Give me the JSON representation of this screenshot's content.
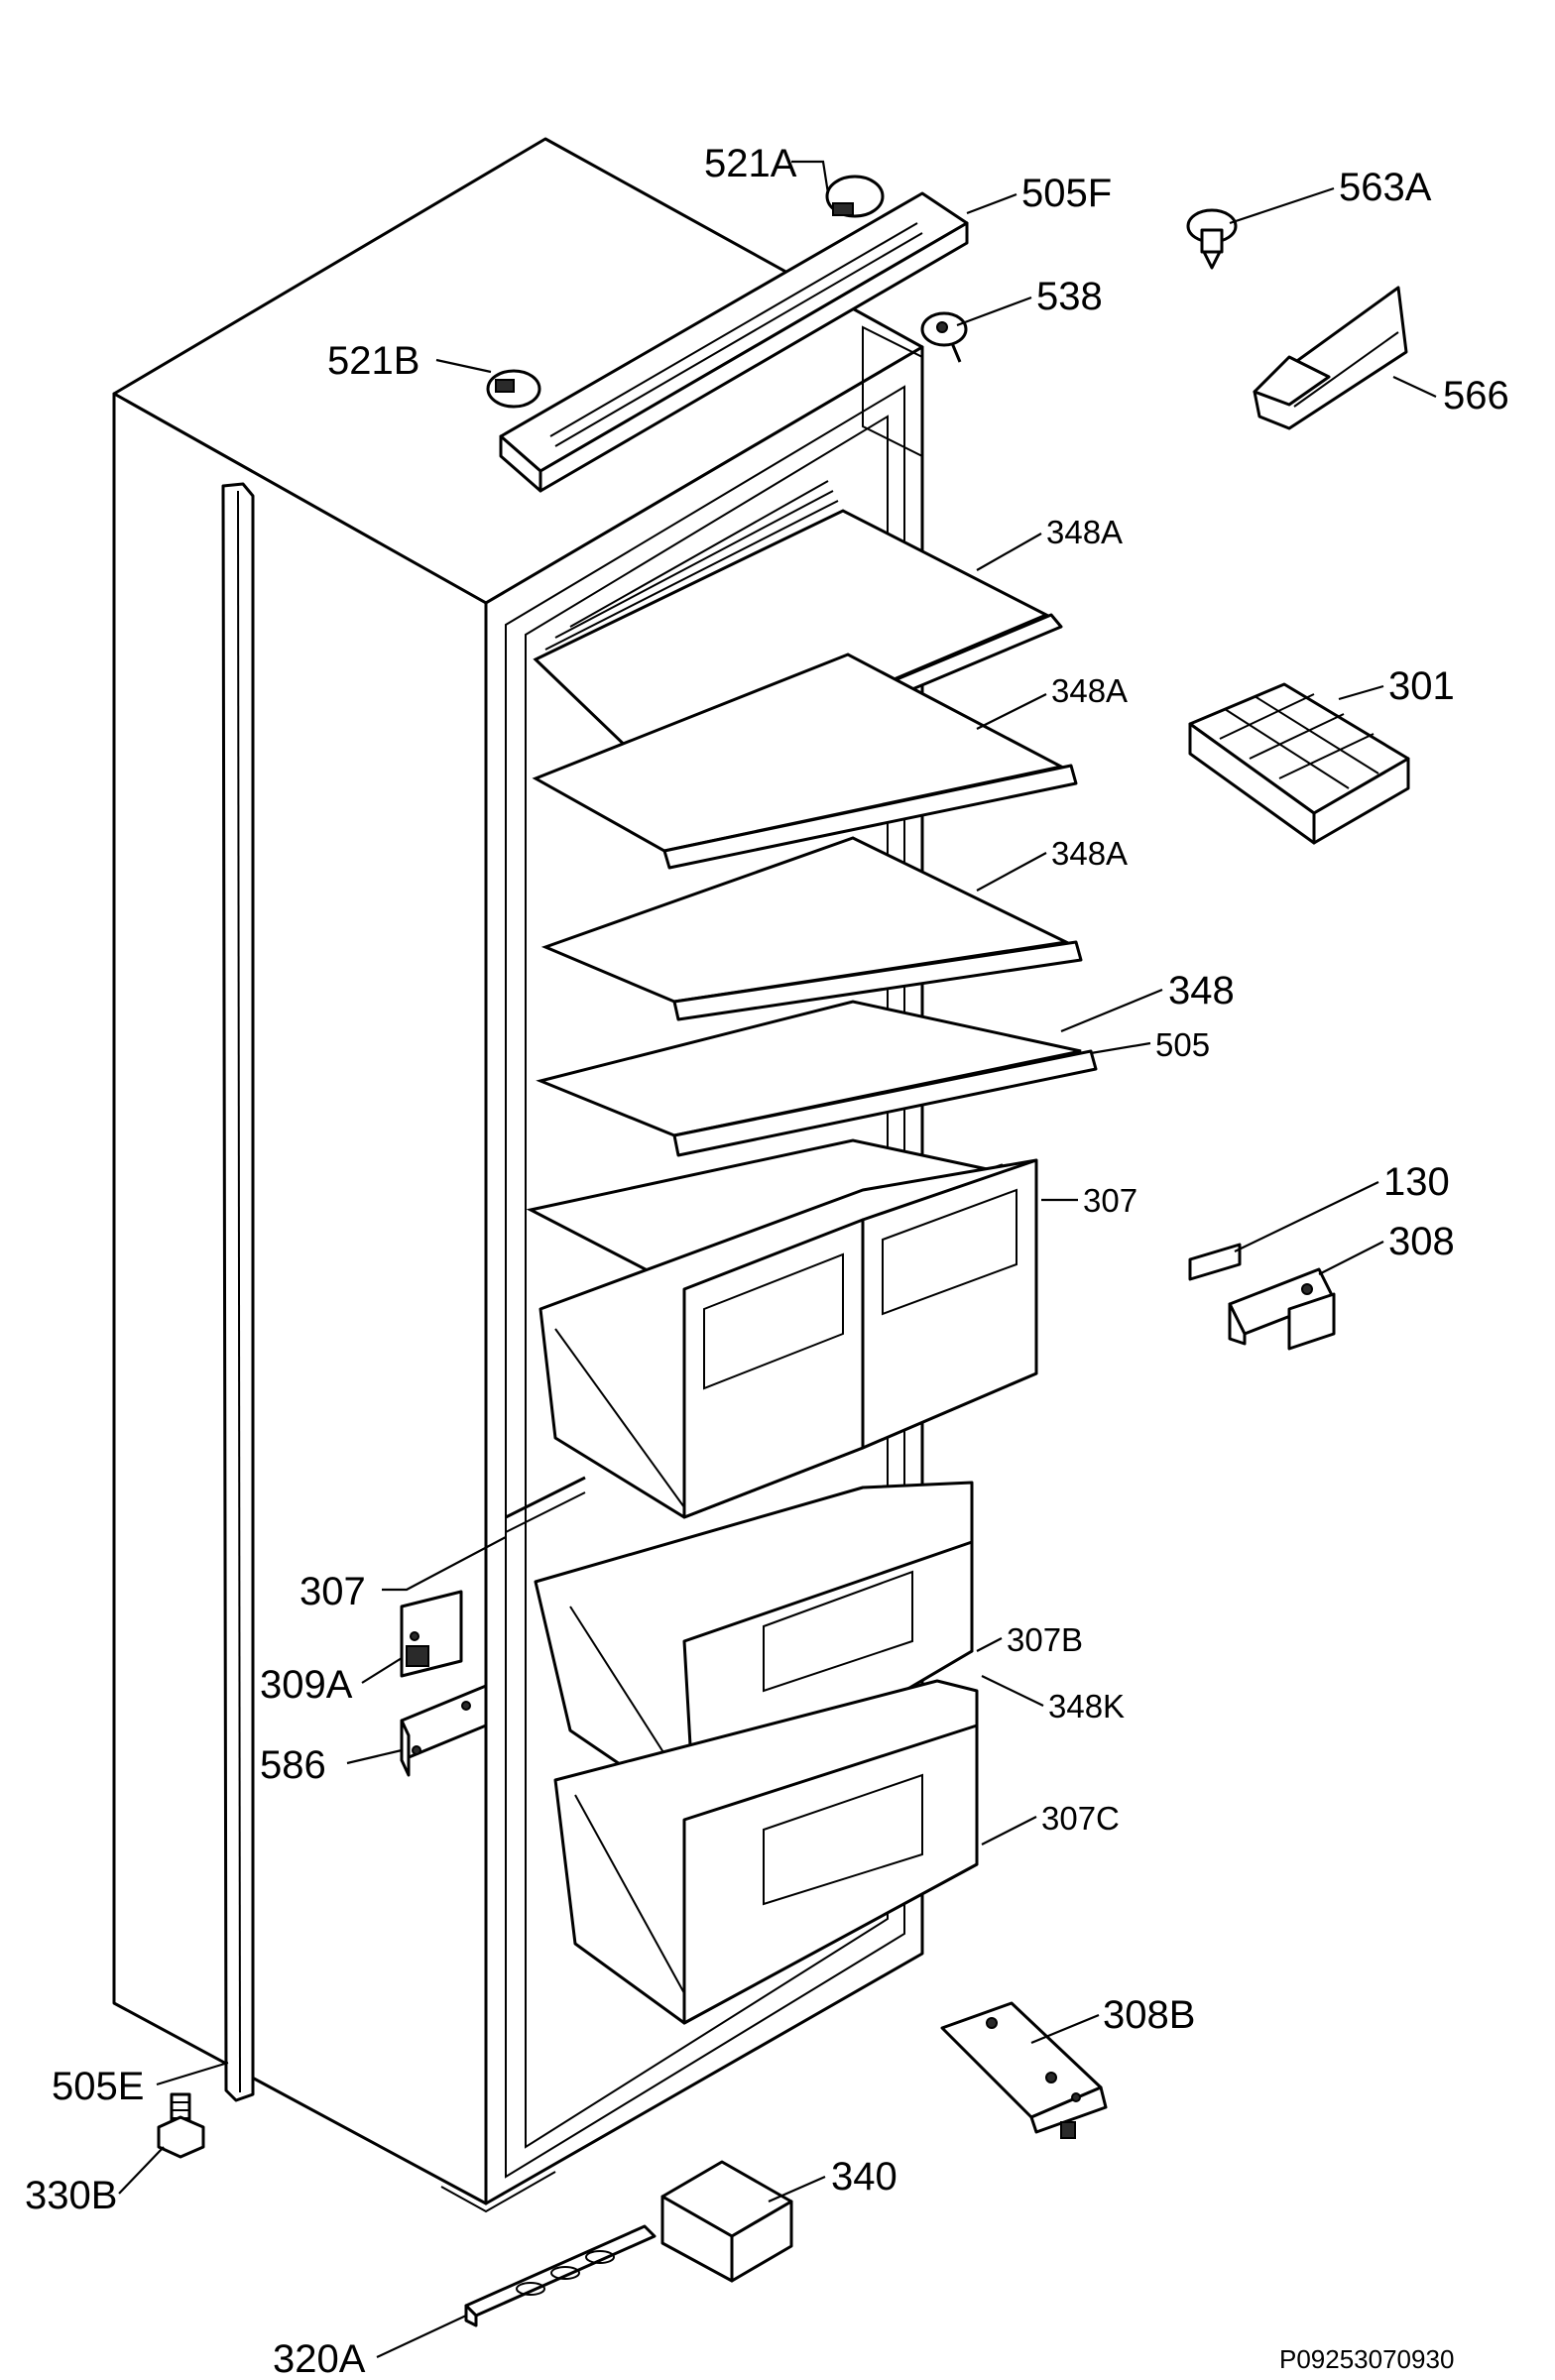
{
  "labels": {
    "l521a": "521A",
    "l505f": "505F",
    "l563a": "563A",
    "l538": "538",
    "l521b": "521B",
    "l566": "566",
    "l348a_1": "348A",
    "l348a_2": "348A",
    "l301": "301",
    "l348a_3": "348A",
    "l348": "348",
    "l505": "505",
    "l307_top": "307",
    "l130": "130",
    "l308": "308",
    "l307_left": "307",
    "l309a": "309A",
    "l307b": "307B",
    "l348k": "348K",
    "l586": "586",
    "l307c": "307C",
    "l308b": "308B",
    "l505e": "505E",
    "l330b": "330B",
    "l340": "340",
    "l320a": "320A"
  },
  "document_id": "P09253070930"
}
